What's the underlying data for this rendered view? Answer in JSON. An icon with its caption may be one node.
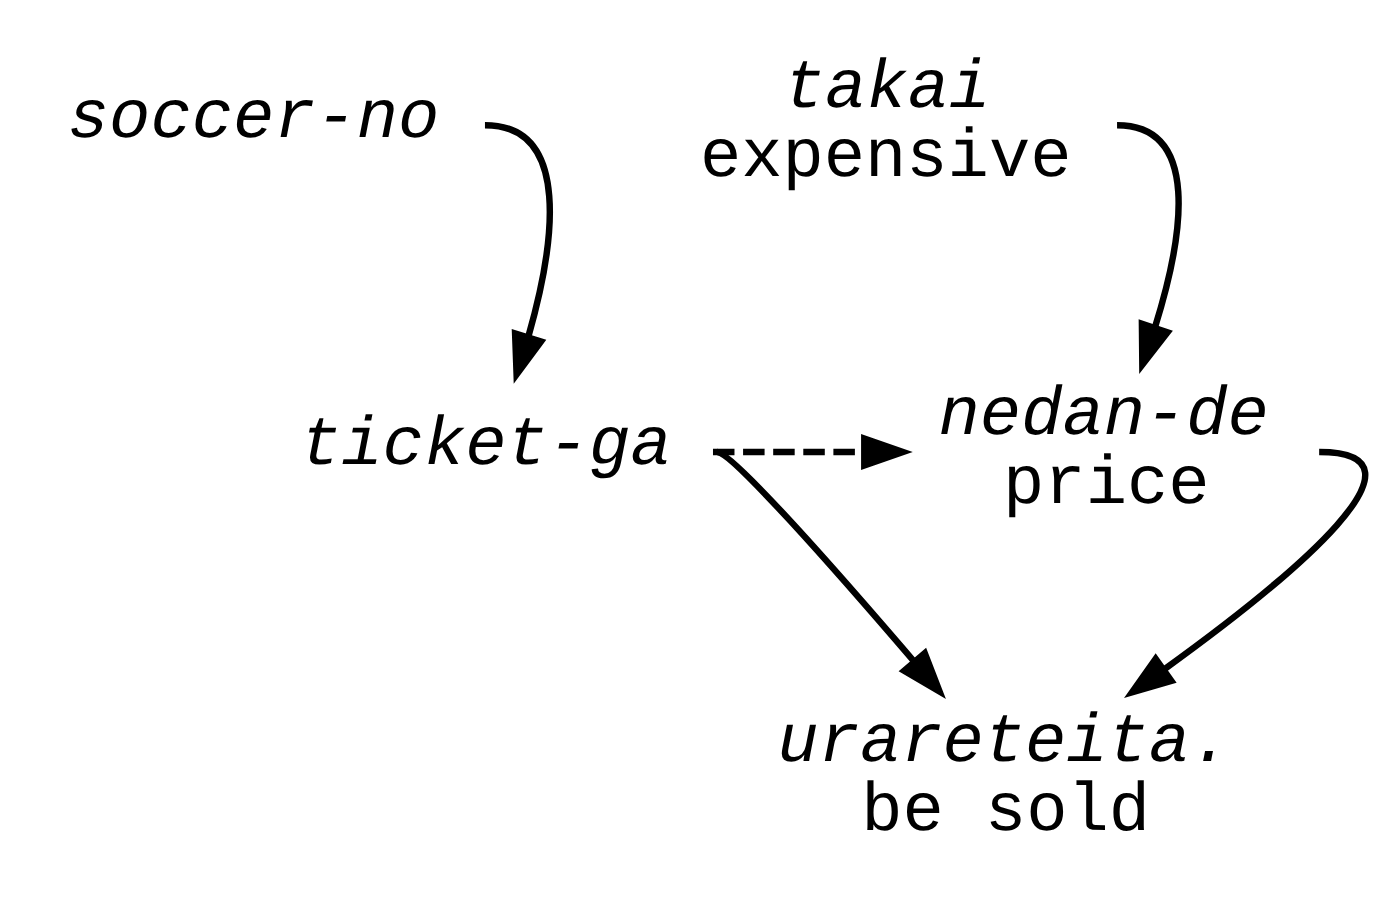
{
  "diagram": {
    "nodes": [
      {
        "text": [
          "soccer-no"
        ]
      },
      {
        "text": [
          "ticket-ga"
        ]
      },
      {
        "text": [
          "takai",
          "expensive"
        ]
      },
      {
        "text": [
          "nedan-de",
          "price"
        ]
      },
      {
        "text": [
          "urareteita.",
          "be sold"
        ]
      }
    ],
    "edges": [
      {
        "from": 0,
        "to": 1,
        "arrow": "to"
      },
      {
        "from": 1,
        "to": 3,
        "arrow": "to",
        "style": "dashed"
      },
      {
        "from": 2,
        "to": 3,
        "arrow": "to"
      },
      {
        "from": 1,
        "to": 4,
        "arrow": "to"
      },
      {
        "from": 3,
        "to": 4,
        "arrow": "to"
      }
    ]
  }
}
